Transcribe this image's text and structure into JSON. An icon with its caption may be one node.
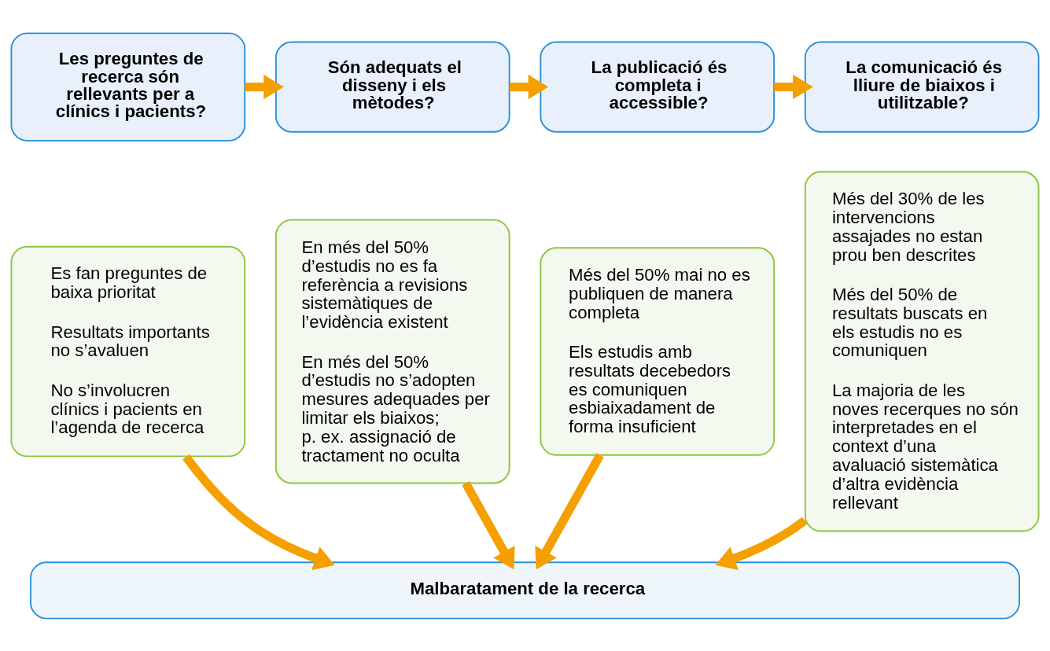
{
  "diagram": {
    "nodes": [
      {
        "text": [
          "Les preguntes de recerca són rellevants per a clínics i pacients?"
        ]
      },
      {
        "text": [
          "Són adequats el disseny i els mètodes?"
        ]
      },
      {
        "text": [
          "La publicació és completa i accessible?"
        ]
      },
      {
        "text": [
          "La comunicació és lliure de biaixos i utilitzable?"
        ]
      },
      {
        "text": [
          "Es fan preguntes de baixa prioritat",
          "Resultats importants no s’avaluen",
          "No s’involucren clínics i pacients en l’agenda de recerca"
        ]
      },
      {
        "text": [
          "En més del 50% d’estudis no es fa referència a revisions sistemàtiques de l’evidència existent",
          "En més del 50% d’estudis no s’adopten mesures adequades per limitar els biaixos; p. ex. assignació de tractament no oculta"
        ]
      },
      {
        "text": [
          "Més del 50% mai no es publiquen de manera completa",
          "Els estudis amb resultats decebedors es comuniquen esbiaixadament de forma insuficient"
        ]
      },
      {
        "text": [
          "Més del 30% de les intervencions assajades no estan prou ben descrites",
          "Més del 50% de resultats buscats en els estudis no es comuniquen",
          "La majoria de les noves recerques no són interpretades en el context d’una avaluació sistemàtica d’altra evidència rellevant"
        ]
      },
      {
        "text": [
          "Malbaratament de la recerca"
        ]
      }
    ],
    "edges": [
      {
        "from": 0,
        "to": 1,
        "arrow": "to"
      },
      {
        "from": 1,
        "to": 2,
        "arrow": "to"
      },
      {
        "from": 2,
        "to": 3,
        "arrow": "to"
      },
      {
        "from": 4,
        "to": 8,
        "arrow": "to"
      },
      {
        "from": 5,
        "to": 8,
        "arrow": "to"
      },
      {
        "from": 6,
        "to": 8,
        "arrow": "to"
      },
      {
        "from": 7,
        "to": 8,
        "arrow": "to"
      }
    ]
  }
}
